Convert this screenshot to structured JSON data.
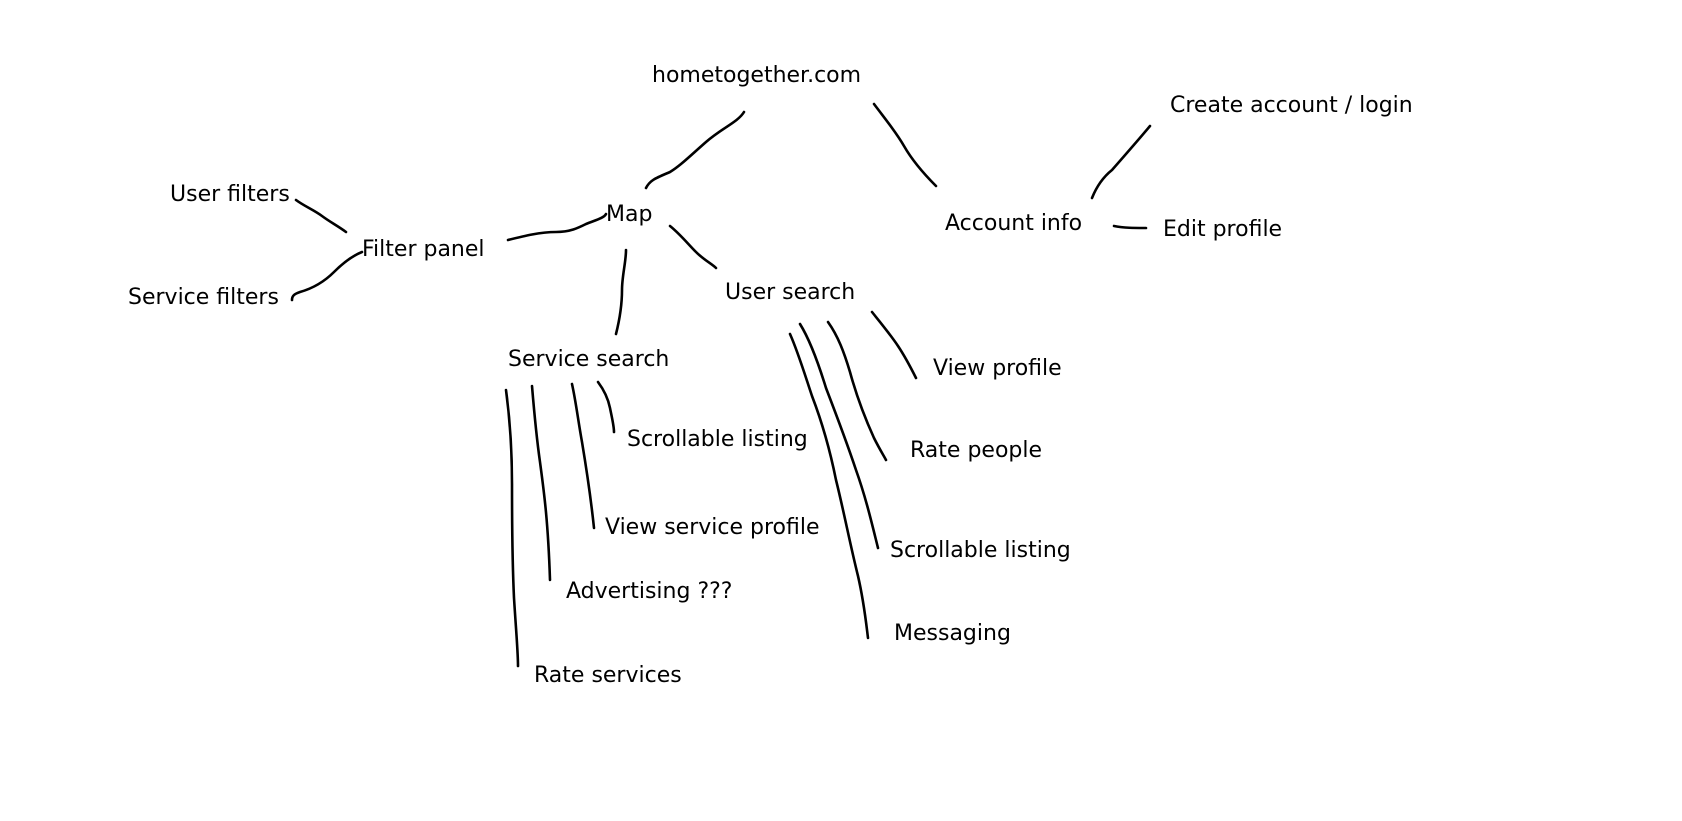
{
  "diagram": {
    "root": "hometogether.com",
    "nodes": {
      "root": "hometogether.com",
      "map": "Map",
      "account_info": "Account info",
      "create_account": "Create account / login",
      "edit_profile": "Edit profile",
      "filter_panel": "Filter panel",
      "user_filters": "User filters",
      "service_filters": "Service filters",
      "user_search": "User search",
      "service_search": "Service search",
      "user_view_profile": "View profile",
      "user_rate_people": "Rate people",
      "user_scrollable_listing": "Scrollable listing",
      "user_messaging": "Messaging",
      "service_scrollable_listing": "Scrollable listing",
      "service_view_profile": "View service profile",
      "service_advertising": "Advertising ???",
      "service_rate": "Rate services"
    },
    "edges": [
      [
        "root",
        "map"
      ],
      [
        "root",
        "account_info"
      ],
      [
        "account_info",
        "create_account"
      ],
      [
        "account_info",
        "edit_profile"
      ],
      [
        "map",
        "filter_panel"
      ],
      [
        "filter_panel",
        "user_filters"
      ],
      [
        "filter_panel",
        "service_filters"
      ],
      [
        "map",
        "user_search"
      ],
      [
        "map",
        "service_search"
      ],
      [
        "user_search",
        "user_view_profile"
      ],
      [
        "user_search",
        "user_rate_people"
      ],
      [
        "user_search",
        "user_scrollable_listing"
      ],
      [
        "user_search",
        "user_messaging"
      ],
      [
        "service_search",
        "service_scrollable_listing"
      ],
      [
        "service_search",
        "service_view_profile"
      ],
      [
        "service_search",
        "service_advertising"
      ],
      [
        "service_search",
        "service_rate"
      ]
    ],
    "ink_color": "#000000",
    "background_color": "#ffffff"
  }
}
